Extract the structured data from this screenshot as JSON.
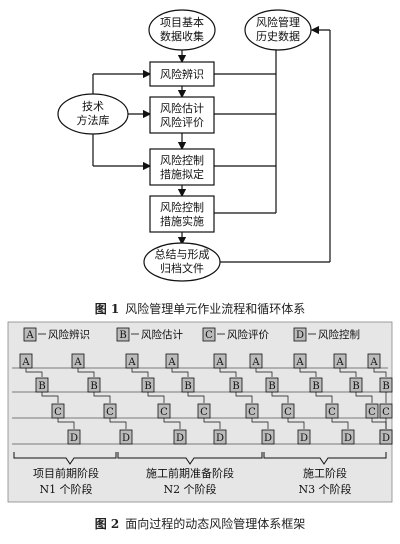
{
  "figure1": {
    "caption_num": "图 1",
    "caption_text": "风险管理单元作业流程和循环体系",
    "ellipses": {
      "project_data": [
        "项目基本",
        "数据收集"
      ],
      "history_data": [
        "风险管理",
        "历史数据"
      ],
      "tech_lib": [
        "技术",
        "方法库"
      ],
      "summary": [
        "总结与形成",
        "归档文件"
      ]
    },
    "boxes": {
      "identify": [
        "风险辨识"
      ],
      "estimate_eval": [
        "风险估计",
        "风险评价"
      ],
      "plan": [
        "风险控制",
        "措施拟定"
      ],
      "implement": [
        "风险控制",
        "措施实施"
      ]
    }
  },
  "figure2": {
    "caption_num": "图 2",
    "caption_text": "面向过程的动态风险管理体系框架",
    "legend": [
      {
        "key": "A",
        "label": "风险辨识"
      },
      {
        "key": "B",
        "label": "风险估计"
      },
      {
        "key": "C",
        "label": "风险评价"
      },
      {
        "key": "D",
        "label": "风险控制"
      }
    ],
    "phases": [
      {
        "line1": "项目前期阶段",
        "line2": "N1 个阶段"
      },
      {
        "line1": "施工前期准备阶段",
        "line2": "N2 个阶段"
      },
      {
        "line1": "施工阶段",
        "line2": "N3 个阶段"
      }
    ]
  }
}
